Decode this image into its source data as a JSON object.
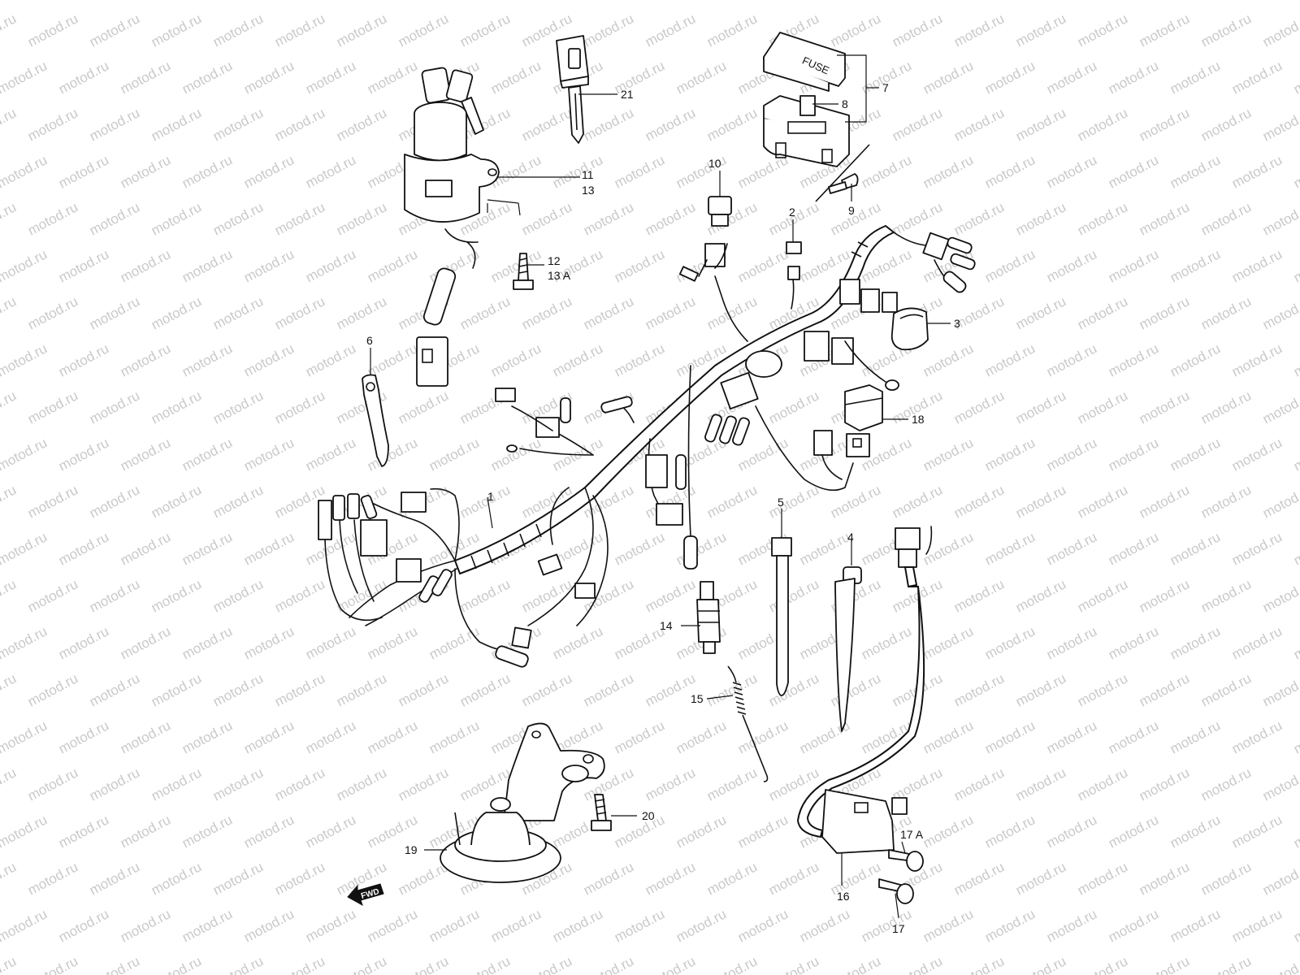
{
  "watermark": "motod.ru",
  "callouts": {
    "c1": "1",
    "c2": "2",
    "c3": "3",
    "c4": "4",
    "c5": "5",
    "c6": "6",
    "c7": "7",
    "c8": "8",
    "c9": "9",
    "c10": "10",
    "c11": "11",
    "c12": "12",
    "c13": "13",
    "c13a": "13 A",
    "c14": "14",
    "c15": "15",
    "c16": "16",
    "c17": "17",
    "c17a": "17 A",
    "c18": "18",
    "c19": "19",
    "c20": "20",
    "c21": "21"
  },
  "fuse_label": "FUSE",
  "fwd_label": "FWD"
}
